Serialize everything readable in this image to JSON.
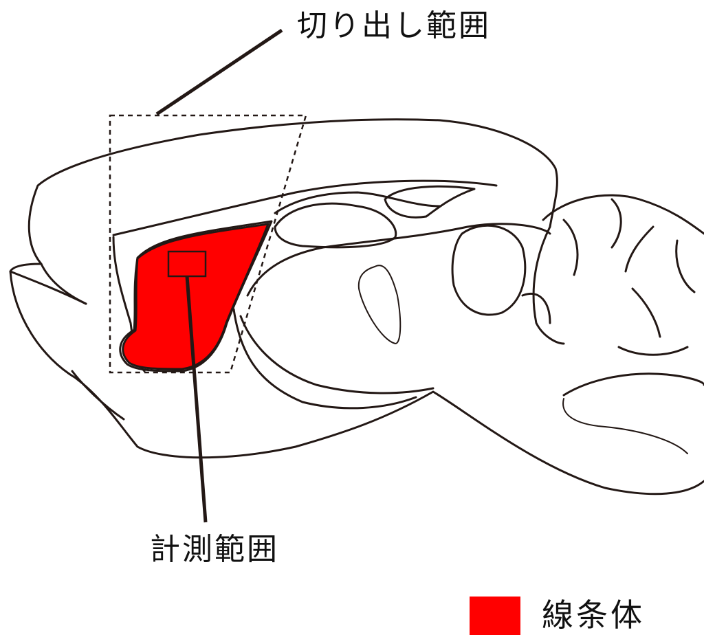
{
  "labels": {
    "cutout_region": "切り出し範囲",
    "measurement_region": "計測範囲"
  },
  "legend": {
    "striatum_label": "線条体",
    "striatum_color": "#ff0000"
  },
  "colors": {
    "outline": "#231815",
    "striatum": "#ff0000",
    "background": "#ffffff"
  }
}
